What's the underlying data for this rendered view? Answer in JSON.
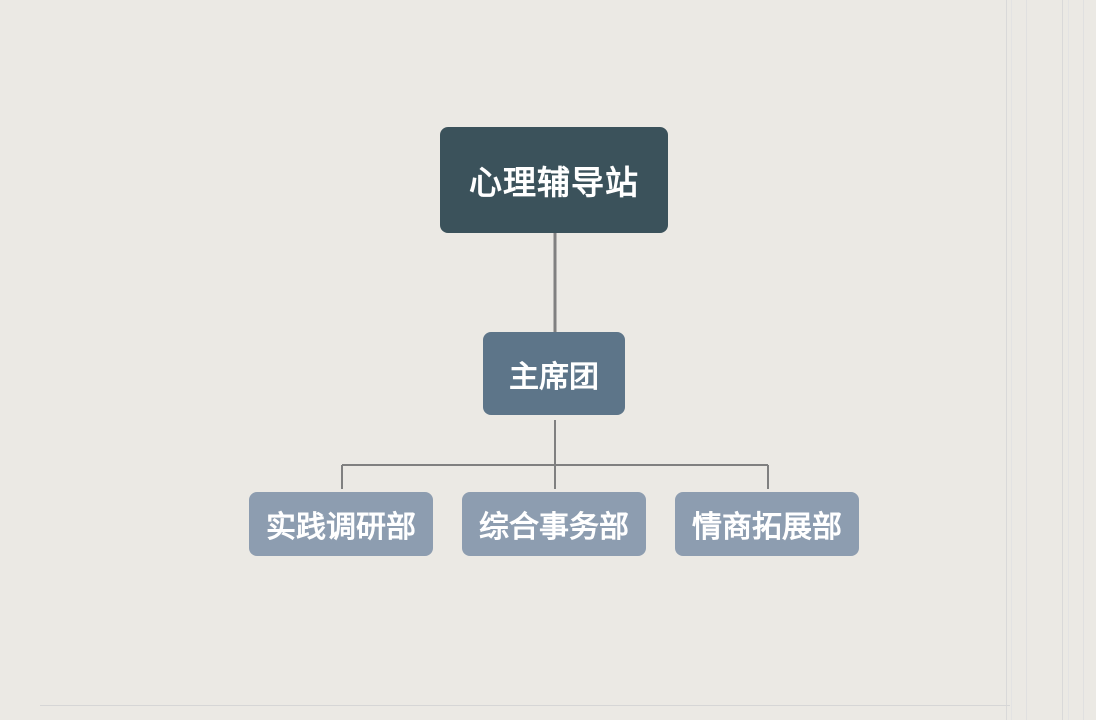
{
  "org_chart": {
    "root": {
      "label": "心理辅导站",
      "color": "#3b525b"
    },
    "level2": {
      "label": "主席团",
      "color": "#5d7589"
    },
    "departments": [
      {
        "label": "实践调研部",
        "color": "#8d9db0"
      },
      {
        "label": "综合事务部",
        "color": "#8d9db0"
      },
      {
        "label": "情商拓展部",
        "color": "#8d9db0"
      }
    ],
    "connector_color": "#808080"
  }
}
